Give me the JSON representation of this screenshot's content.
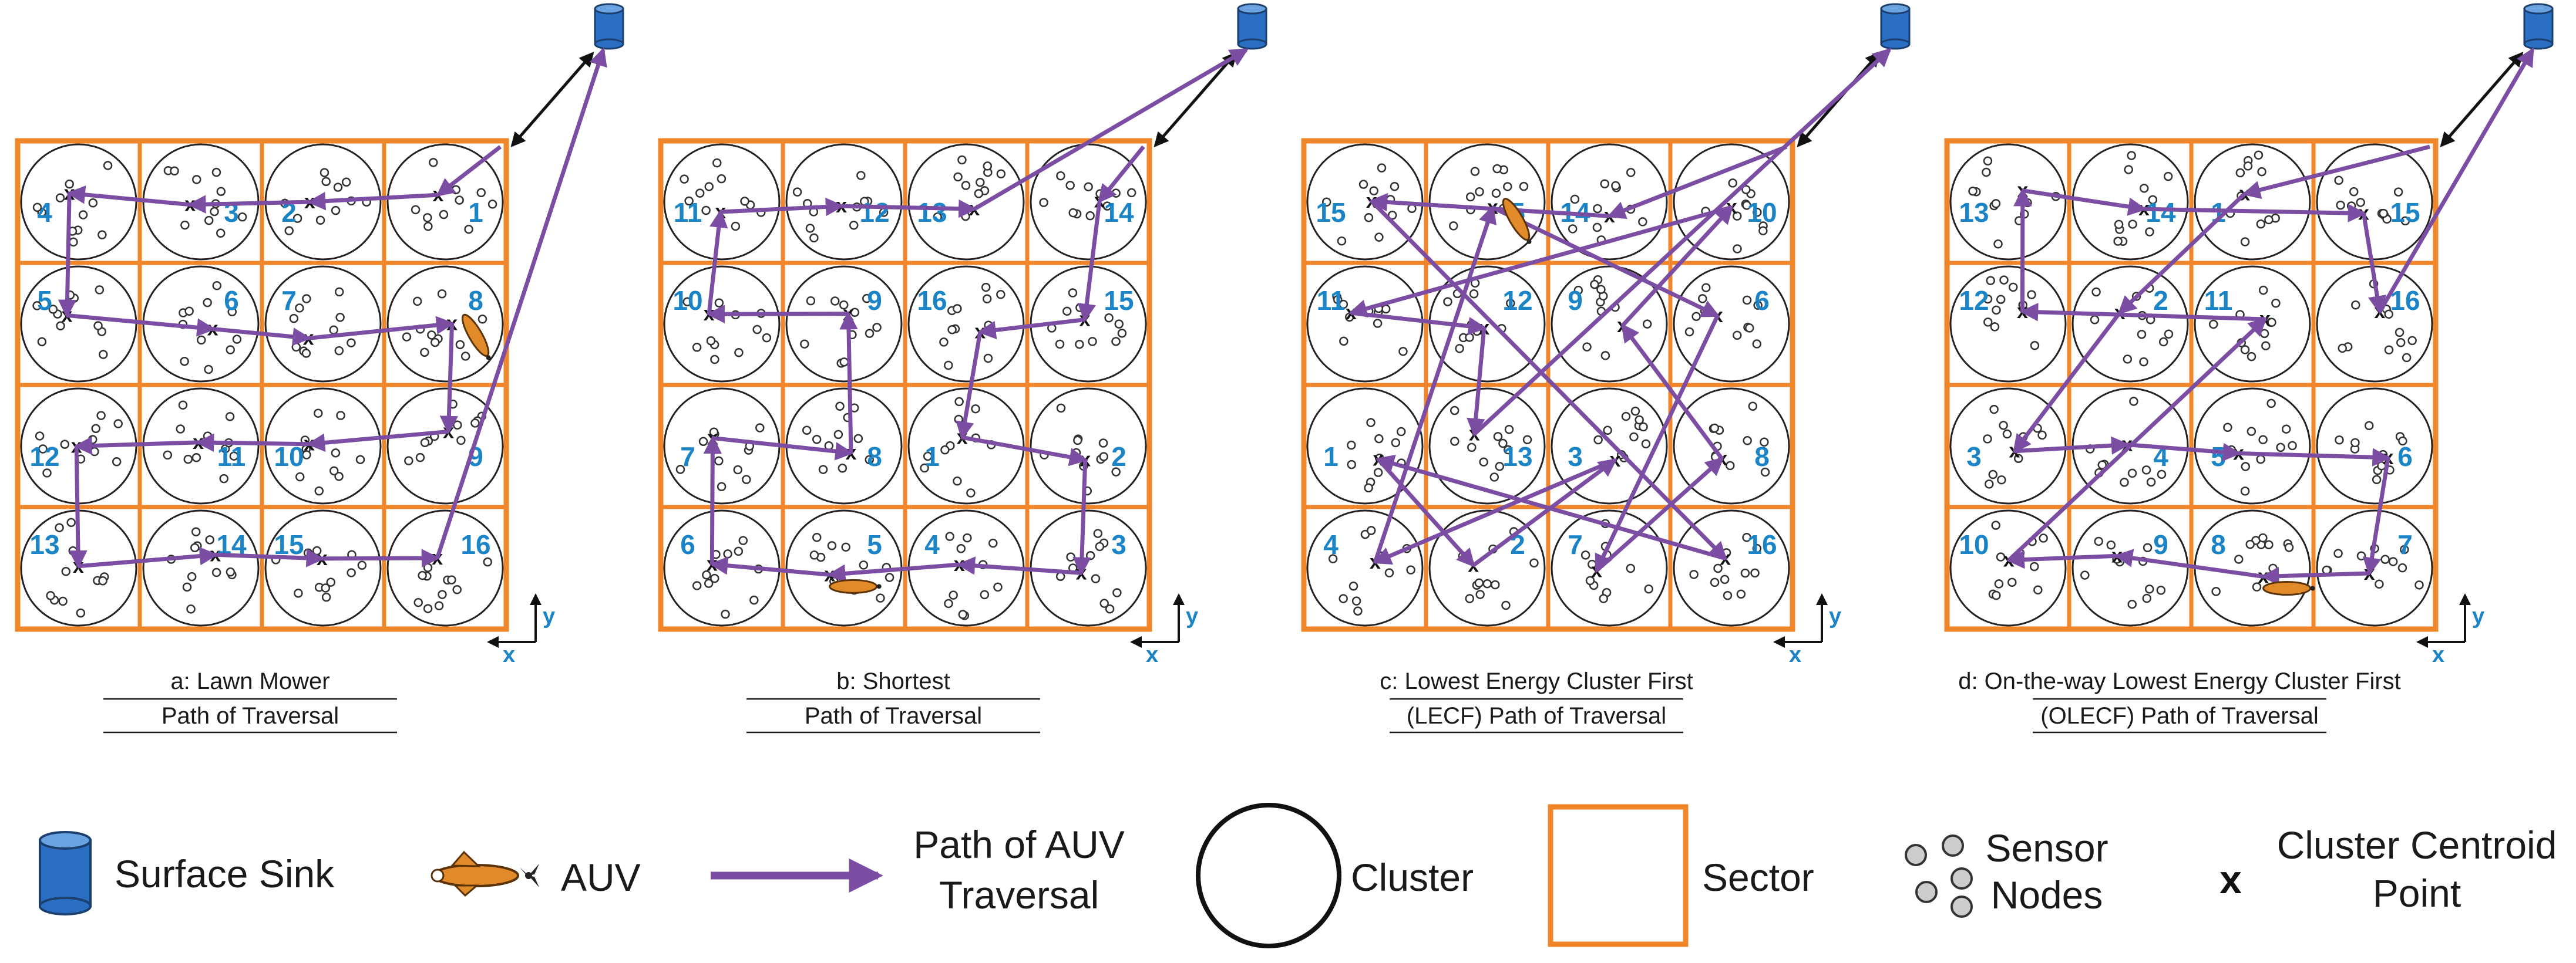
{
  "colors": {
    "sector": "#f0852a",
    "path": "#7b4ea3",
    "label": "#1a84c6",
    "sink": "#2a6fc2",
    "auv": "#e08a2a"
  },
  "axes": {
    "x": "x",
    "y": "y"
  },
  "panels": [
    {
      "caption_line1": "a: Lawn Mower",
      "caption_line2": "Path of Traversal",
      "cluster_labels": [
        "4",
        "3",
        "2",
        "1",
        "5",
        "6",
        "7",
        "8",
        "12",
        "11",
        "10",
        "9",
        "13",
        "14",
        "15",
        "16"
      ],
      "order": [
        1,
        2,
        3,
        4,
        5,
        6,
        7,
        8,
        9,
        10,
        11,
        12,
        13,
        14,
        15,
        16
      ]
    },
    {
      "caption_line1": "b: Shortest",
      "caption_line2": "Path of Traversal",
      "cluster_labels": [
        "11",
        "12",
        "13",
        "14",
        "10",
        "9",
        "16",
        "15",
        "7",
        "8",
        "1",
        "2",
        "6",
        "5",
        "4",
        "3"
      ],
      "order": [
        14,
        15,
        16,
        1,
        2,
        3,
        4,
        5,
        6,
        7,
        8,
        9,
        10,
        11,
        12,
        13
      ]
    },
    {
      "caption_line1": "c:  Lowest Energy Cluster First",
      "caption_line2": "(LECF) Path of Traversal",
      "cluster_labels": [
        "15",
        "5",
        "14",
        "10",
        "11",
        "12",
        "9",
        "6",
        "1",
        "13",
        "3",
        "8",
        "4",
        "2",
        "7",
        "16"
      ],
      "order": [
        14,
        15,
        16,
        1,
        2,
        3,
        4,
        5,
        6,
        7,
        8,
        9,
        10,
        11,
        12,
        13
      ]
    },
    {
      "caption_line1": "d: On-the-way Lowest Energy Cluster First",
      "caption_line2": "(OLECF) Path of Traversal",
      "cluster_labels": [
        "13",
        "14",
        "1",
        "15",
        "12",
        "2",
        "11",
        "16",
        "3",
        "4",
        "5",
        "6",
        "10",
        "9",
        "8",
        "7"
      ],
      "order": [
        1,
        2,
        3,
        4,
        5,
        6,
        7,
        8,
        9,
        10,
        11,
        12,
        13,
        14,
        15,
        16
      ]
    }
  ],
  "legend": {
    "surface_sink": "Surface Sink",
    "auv": "AUV",
    "path_line1": "Path of AUV",
    "path_line2": "Traversal",
    "cluster": "Cluster",
    "sector": "Sector",
    "sensor_line1": "Sensor",
    "sensor_line2": "Nodes",
    "centroid_mark": "x",
    "centroid_line1": "Cluster Centroid",
    "centroid_line2": "Point"
  }
}
